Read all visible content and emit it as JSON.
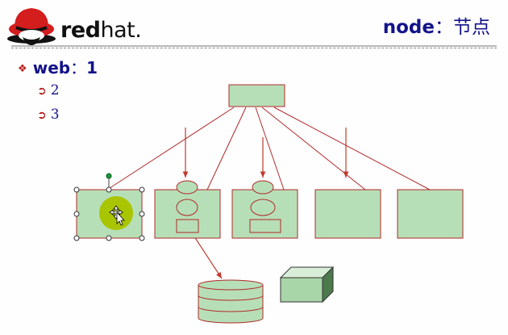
{
  "header": {
    "logo_bold": "red",
    "logo_light": "hat.",
    "title_en": "node",
    "title_sep": "：",
    "title_cn": "节点"
  },
  "bullets": {
    "level1": {
      "label": "web",
      "sep": "：",
      "value": "1"
    },
    "level2": [
      "2",
      "3"
    ]
  },
  "colors": {
    "box_fill": "#b7dfb7",
    "box_stroke": "#b02a2a",
    "text_blue": "#13138a",
    "bullet_red": "#b81c1c",
    "cursor_highlight": "#a9c400"
  }
}
